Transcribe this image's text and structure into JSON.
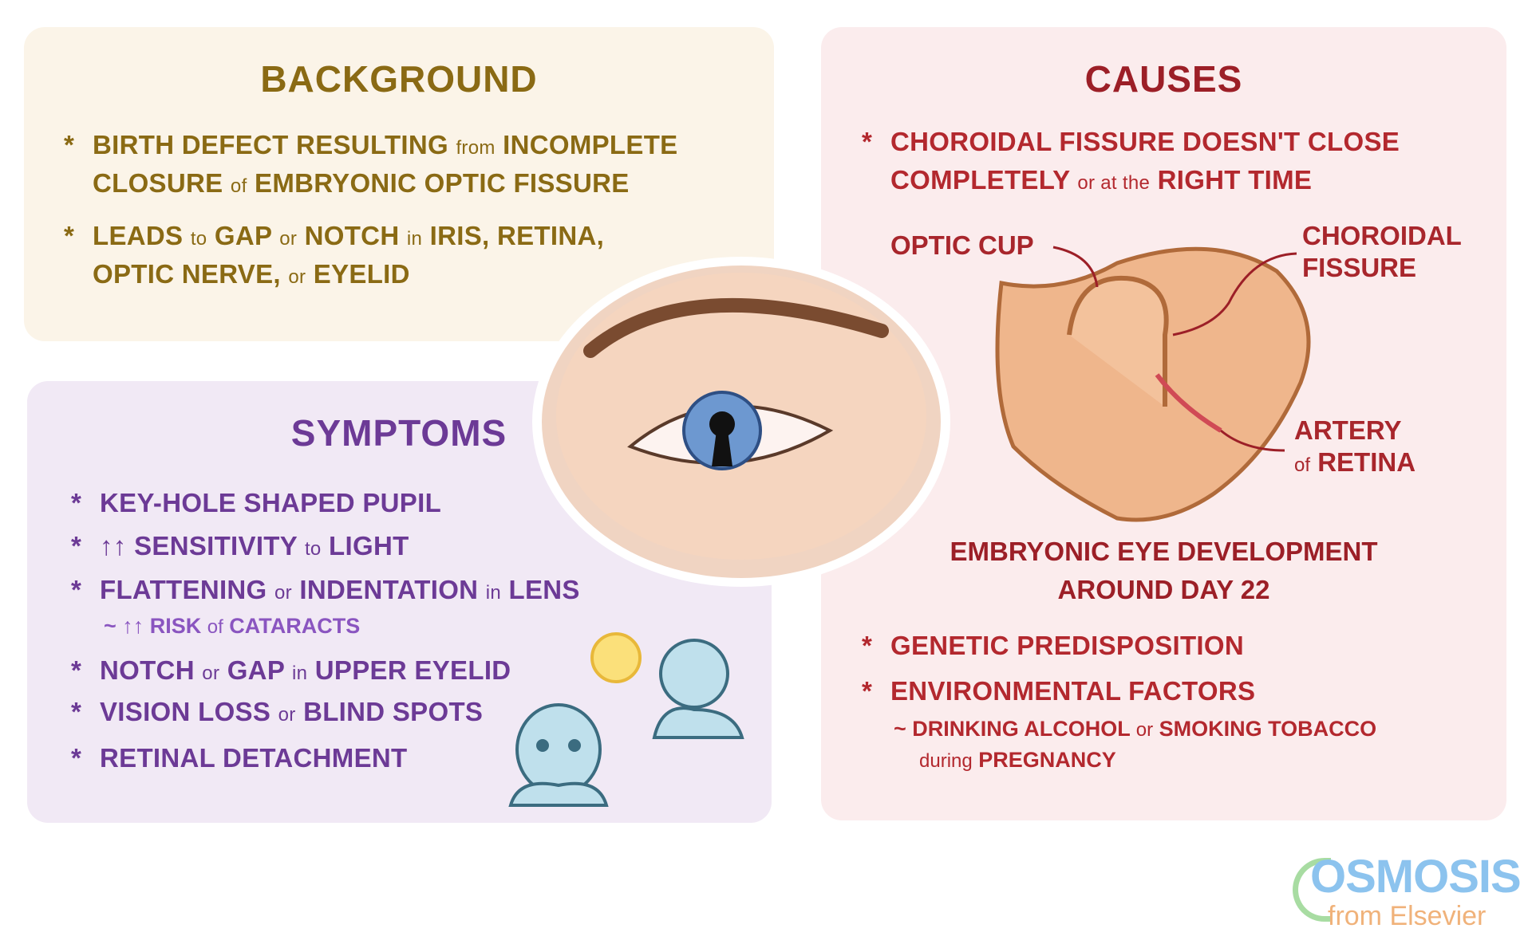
{
  "background": {
    "title": "BACKGROUND",
    "items": [
      [
        "BIRTH DEFECT RESULTING ",
        "from",
        " INCOMPLETE"
      ],
      [
        "CLOSURE ",
        "of",
        " EMBRYONIC OPTIC FISSURE"
      ],
      [
        "LEADS ",
        "to",
        " GAP ",
        "or",
        " NOTCH ",
        "in",
        " IRIS, RETINA,"
      ],
      [
        "OPTIC NERVE, ",
        "or",
        " EYELID"
      ]
    ]
  },
  "symptoms": {
    "title": "SYMPTOMS",
    "items": [
      "KEY-HOLE SHAPED PUPIL",
      [
        "↑↑ SENSITIVITY ",
        "to",
        " LIGHT"
      ],
      [
        "FLATTENING ",
        "or",
        " INDENTATION ",
        "in",
        " LENS"
      ],
      [
        "~ ↑↑ RISK ",
        "of",
        " CATARACTS"
      ],
      [
        "NOTCH ",
        "or",
        " GAP ",
        "in",
        " UPPER EYELID"
      ],
      [
        "VISION LOSS ",
        "or",
        " BLIND SPOTS"
      ],
      "RETINAL DETACHMENT"
    ]
  },
  "causes": {
    "title": "CAUSES",
    "items": [
      [
        "CHOROIDAL FISSURE DOESN'T CLOSE"
      ],
      [
        "COMPLETELY ",
        "or at the",
        " RIGHT TIME"
      ],
      [
        "GENETIC PREDISPOSITION"
      ],
      [
        "ENVIRONMENTAL FACTORS"
      ],
      [
        "~ DRINKING ALCOHOL ",
        "or",
        " SMOKING TOBACCO"
      ],
      [
        "during",
        " PREGNANCY"
      ]
    ],
    "labels": {
      "optic_cup": "OPTIC CUP",
      "choroidal_1": "CHOROIDAL",
      "choroidal_2": "FISSURE",
      "artery_1": "ARTERY",
      "artery_2a": "of",
      "artery_2b": "RETINA"
    },
    "caption_1": "EMBRYONIC EYE DEVELOPMENT",
    "caption_2": "AROUND DAY 22"
  },
  "logo": {
    "brand": "OSMOSIS",
    "sub": "from Elsevier"
  },
  "star": "*",
  "colors": {
    "background": "#8a6a14",
    "symptoms": "#6c3a96",
    "causes": "#b3282e",
    "logo_blue": "#8cc3ee",
    "logo_orange": "#f0b27a"
  }
}
